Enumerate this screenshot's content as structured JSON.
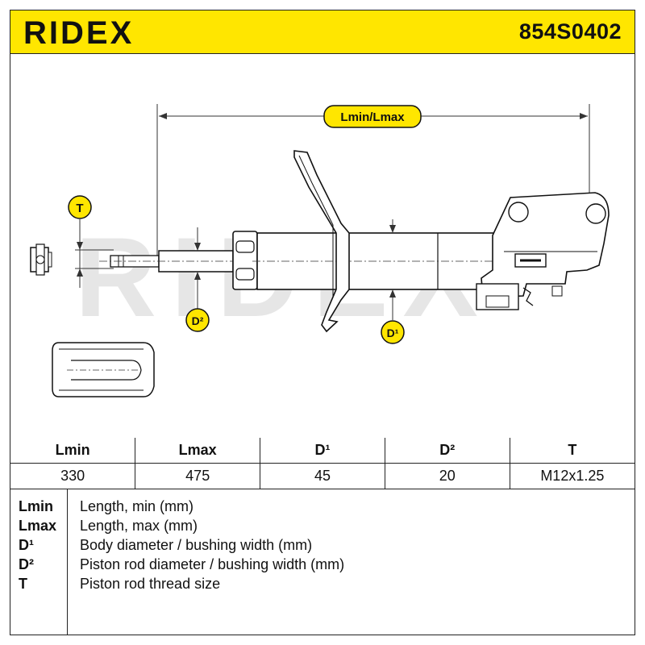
{
  "header": {
    "brand": "RIDEX",
    "part_number": "854S0402",
    "accent_color": "#ffe600"
  },
  "drawing": {
    "watermark": "RIDEX",
    "callouts": {
      "length": "Lmin/Lmax",
      "thread": "T",
      "rod_diameter": "D²",
      "body_diameter": "D¹"
    }
  },
  "table": {
    "headers": [
      "Lmin",
      "Lmax",
      "D¹",
      "D²",
      "T"
    ],
    "values": [
      "330",
      "475",
      "45",
      "20",
      "M12x1.25"
    ]
  },
  "legend": [
    {
      "key": "Lmin",
      "text": "Length, min (mm)"
    },
    {
      "key": "Lmax",
      "text": "Length, max (mm)"
    },
    {
      "key": "D¹",
      "text": "Body diameter / bushing width (mm)"
    },
    {
      "key": "D²",
      "text": "Piston rod diameter / bushing width (mm)"
    },
    {
      "key": "T",
      "text": "Piston rod thread size"
    }
  ]
}
